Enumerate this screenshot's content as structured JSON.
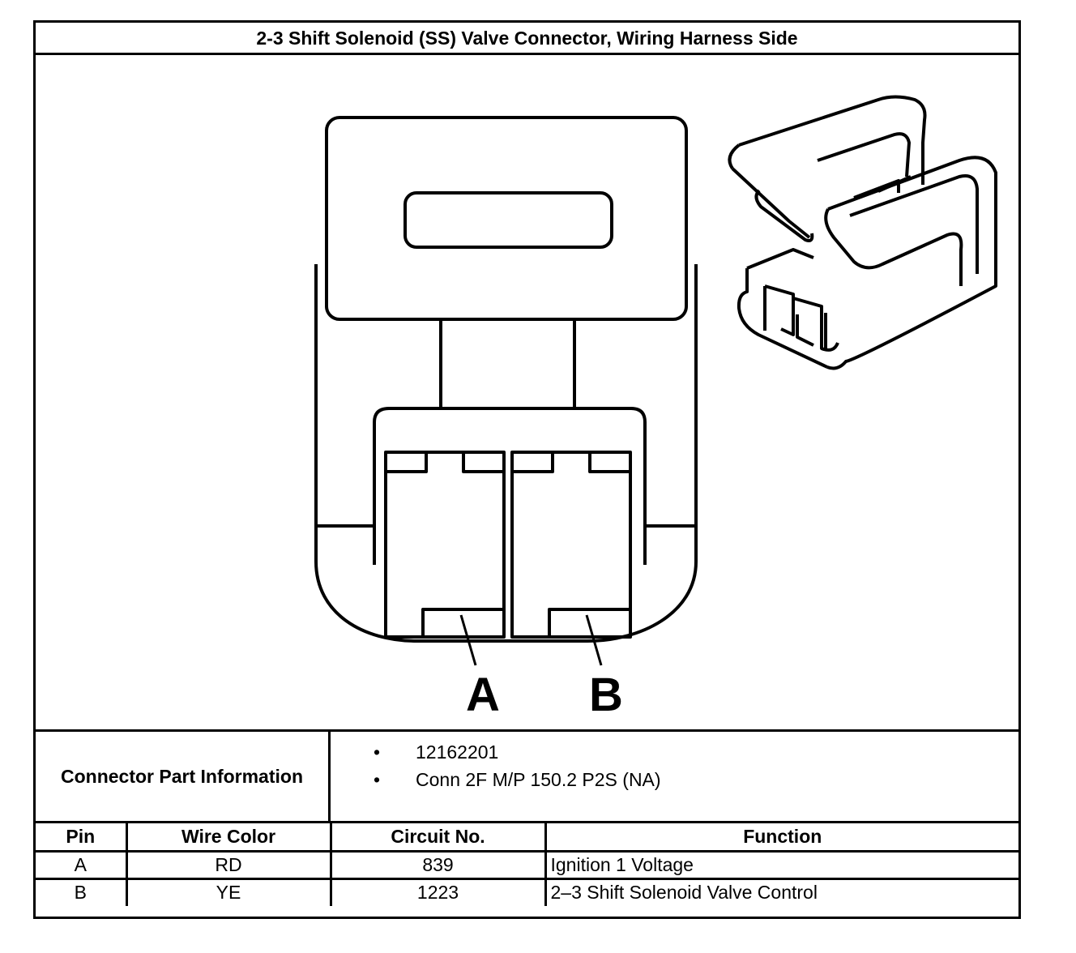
{
  "title": "2-3 Shift Solenoid (SS) Valve Connector, Wiring Harness Side",
  "diagram": {
    "pin_labels": [
      "A",
      "B"
    ]
  },
  "connector_info": {
    "label": "Connector Part Information",
    "items": [
      "12162201",
      "Conn 2F M/P 150.2 P2S (NA)"
    ],
    "bullet": "•"
  },
  "pin_table": {
    "headers": [
      "Pin",
      "Wire Color",
      "Circuit No.",
      "Function"
    ],
    "rows": [
      [
        "A",
        "RD",
        "839",
        "Ignition 1 Voltage"
      ],
      [
        "B",
        "YE",
        "1223",
        "2–3 Shift Solenoid Valve Control"
      ]
    ]
  }
}
